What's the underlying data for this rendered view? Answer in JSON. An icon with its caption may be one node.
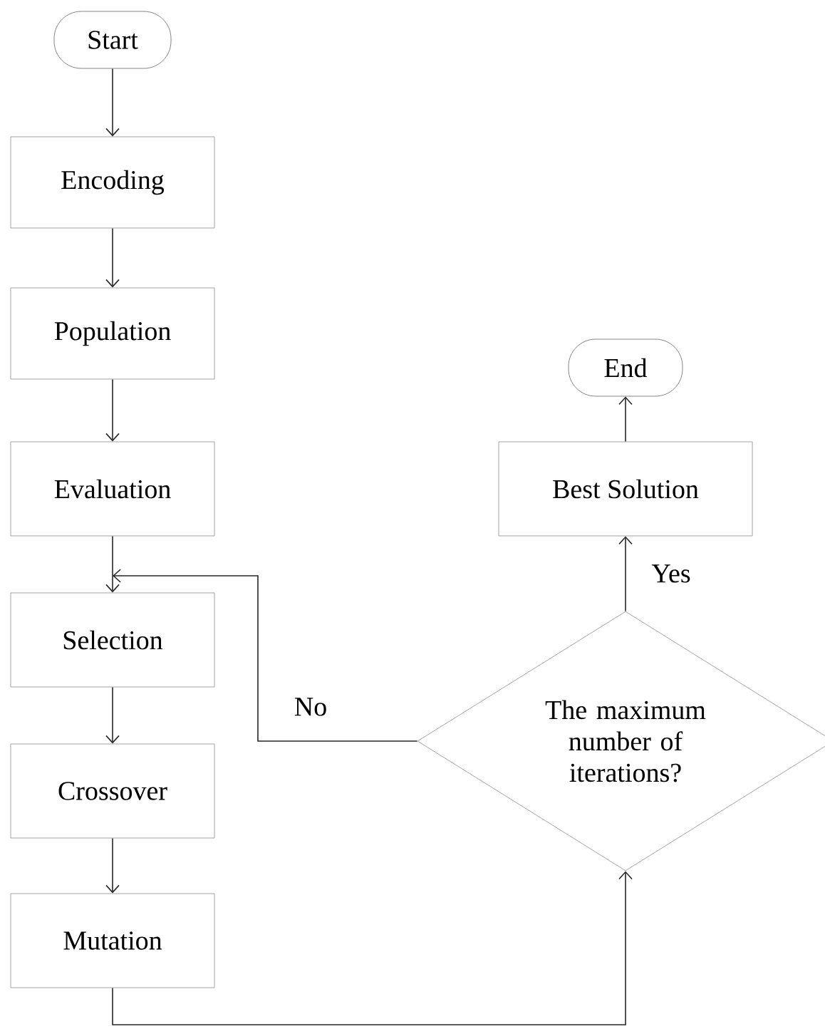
{
  "diagram": {
    "nodes": [
      {
        "text": [
          "Start"
        ]
      },
      {
        "text": [
          "Encoding"
        ]
      },
      {
        "text": [
          "Population"
        ]
      },
      {
        "text": [
          "Evaluation"
        ]
      },
      {
        "text": [
          "Selection"
        ]
      },
      {
        "text": [
          "Crossover"
        ]
      },
      {
        "text": [
          "Mutation"
        ]
      },
      {
        "text": [
          "End"
        ]
      },
      {
        "text": [
          "Best Solution"
        ]
      },
      {
        "text": [
          "The maximum number of iterations?"
        ]
      }
    ],
    "edges": [
      {
        "from": 0,
        "to": 1,
        "arrow": "to"
      },
      {
        "from": 1,
        "to": 2,
        "arrow": "to"
      },
      {
        "from": 2,
        "to": 3,
        "arrow": "to"
      },
      {
        "from": 3,
        "to": 4,
        "arrow": "to"
      },
      {
        "from": 4,
        "to": 5,
        "arrow": "to"
      },
      {
        "from": 5,
        "to": 6,
        "arrow": "to"
      },
      {
        "from": 6,
        "to": 9,
        "arrow": "to"
      },
      {
        "from": 9,
        "to": 8,
        "arrow": "to",
        "label": "Yes"
      },
      {
        "from": 9,
        "to": 4,
        "arrow": "to",
        "label": "No"
      },
      {
        "from": 8,
        "to": 7,
        "arrow": "to"
      }
    ]
  }
}
